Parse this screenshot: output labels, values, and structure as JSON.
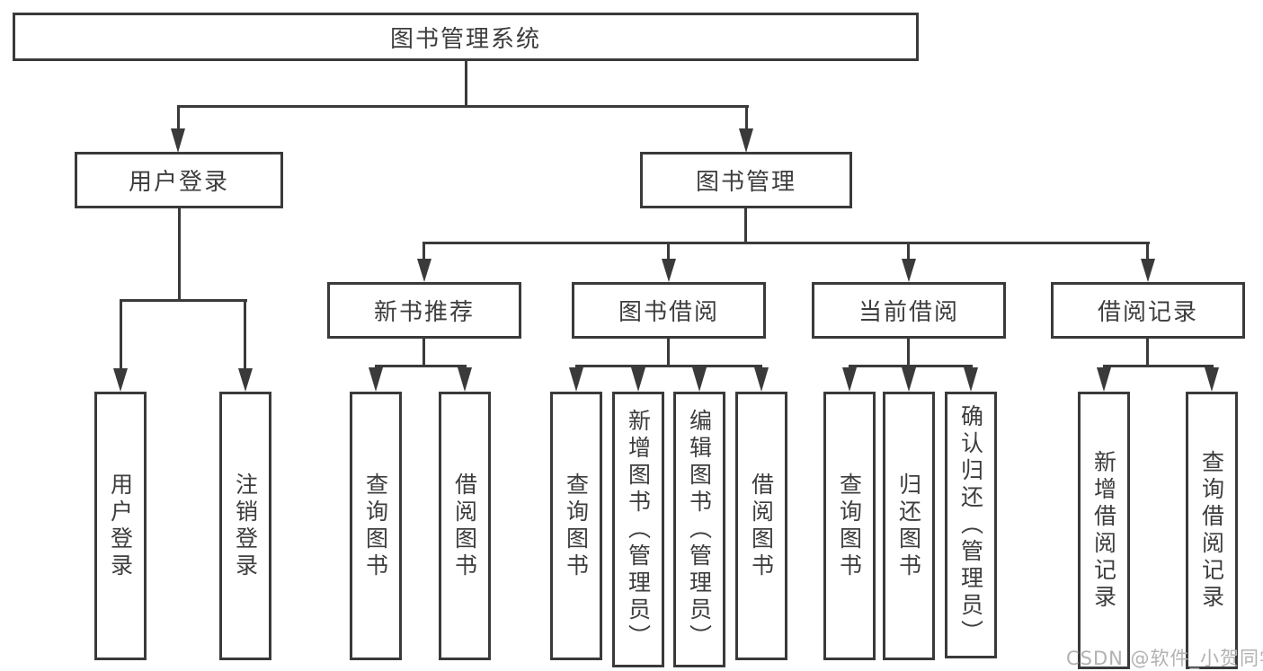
{
  "diagram": {
    "root": {
      "label": "图书管理系统",
      "children": [
        {
          "label": "用户登录",
          "children": [
            {
              "label": "用户登录"
            },
            {
              "label": "注销登录"
            }
          ]
        },
        {
          "label": "图书管理",
          "children": [
            {
              "label": "新书推荐",
              "children": [
                {
                  "label": "查询图书"
                },
                {
                  "label": "借阅图书"
                }
              ]
            },
            {
              "label": "图书借阅",
              "children": [
                {
                  "label": "查询图书"
                },
                {
                  "label": "新增图书（管理员）"
                },
                {
                  "label": "编辑图书（管理员）"
                },
                {
                  "label": "借阅图书"
                }
              ]
            },
            {
              "label": "当前借阅",
              "children": [
                {
                  "label": "查询图书"
                },
                {
                  "label": "归还图书"
                },
                {
                  "label": "确认归还（管理员）"
                }
              ]
            },
            {
              "label": "借阅记录",
              "children": [
                {
                  "label": "新增借阅记录"
                },
                {
                  "label": "查询借阅记录"
                }
              ]
            }
          ]
        }
      ]
    },
    "watermark": "CSDN @软件_小贺同学",
    "colors": {
      "line": "#3a3a3a",
      "text": "#3d3d3d",
      "watermark": "#b2b2b2",
      "background": "#ffffff"
    }
  }
}
